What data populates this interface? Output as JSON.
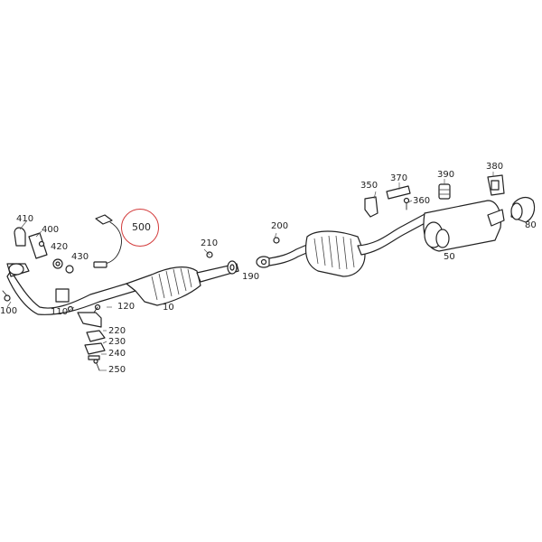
{
  "diagram": {
    "highlight_color": "#d33b3b",
    "callouts": {
      "c10": "10",
      "c50": "50",
      "c80": "80",
      "c100": "100",
      "c110": "110",
      "c120": "120",
      "c190": "190",
      "c200": "200",
      "c210": "210",
      "c220": "220",
      "c230": "230",
      "c240": "240",
      "c250": "250",
      "c350": "350",
      "c360": "360",
      "c370": "370",
      "c380": "380",
      "c390": "390",
      "c400": "400",
      "c410": "410",
      "c420": "420",
      "c430": "430",
      "c500": "500"
    },
    "highlighted_part": "500"
  }
}
